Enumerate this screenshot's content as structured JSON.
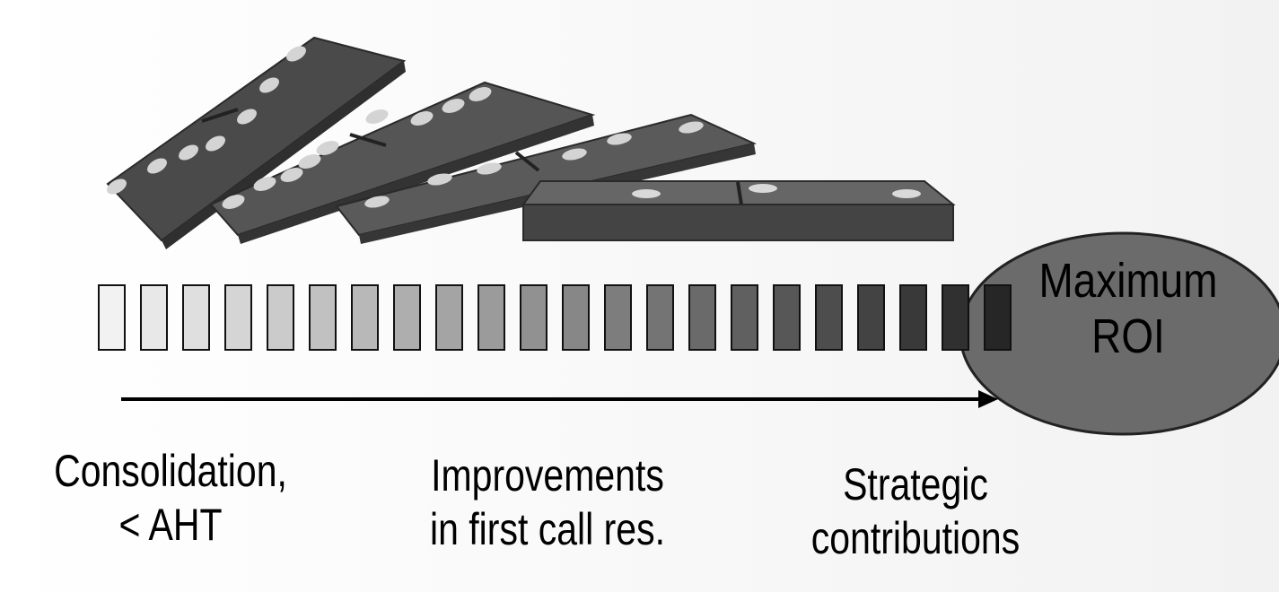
{
  "target": {
    "line1": "Maximum",
    "line2": "ROI"
  },
  "stages": [
    {
      "line1": "Consolidation,",
      "line2": "< AHT"
    },
    {
      "line1": "Improvements",
      "line2": "in first call res."
    },
    {
      "line1": "Strategic",
      "line2": "contributions"
    }
  ],
  "colors": {
    "domino": "#5a5a5a",
    "domino_dot": "#d9d9d9",
    "oval": "#6b6b6b",
    "arrow": "#000000"
  }
}
